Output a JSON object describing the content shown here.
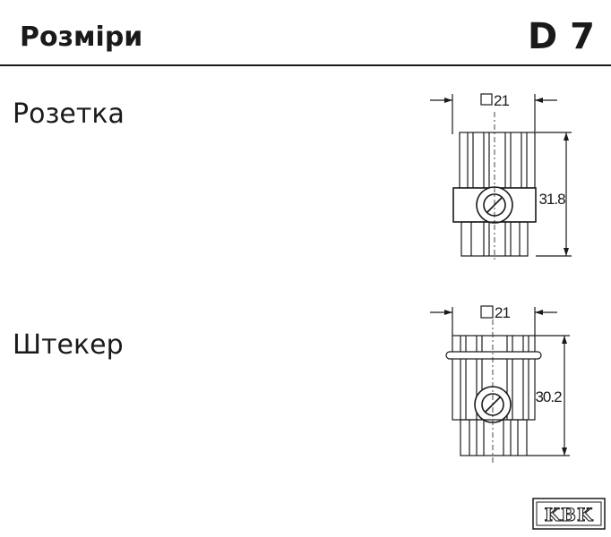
{
  "header": {
    "title": "Розміри",
    "code": "D 7"
  },
  "sections": {
    "socket": {
      "label": "Розетка",
      "width_dim": "21",
      "height_dim": "31.8"
    },
    "plug": {
      "label": "Штекер",
      "width_dim": "21",
      "height_dim": "30.2"
    }
  },
  "logo": {
    "text": "KBK"
  }
}
